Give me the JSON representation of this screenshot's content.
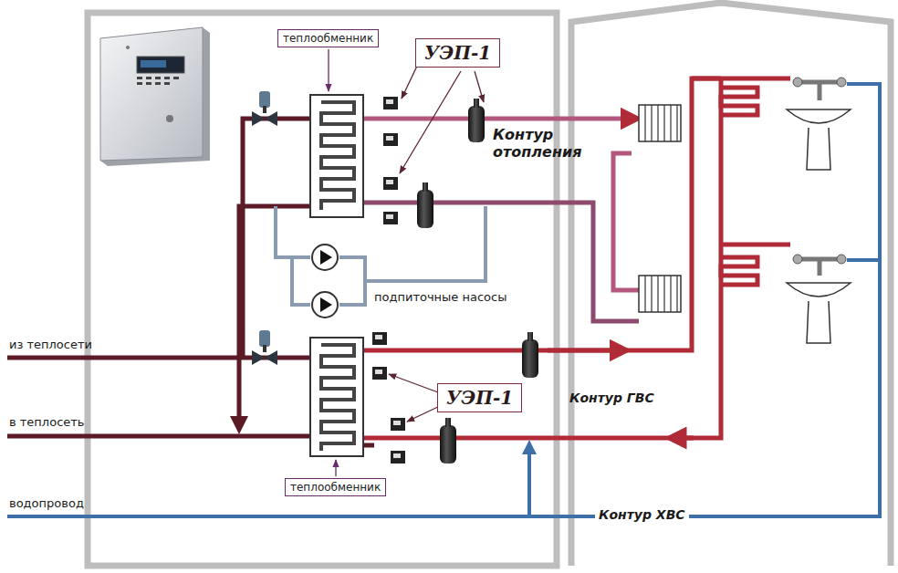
{
  "diagram": {
    "nodes": [
      {
        "text": [
          "теплообменник"
        ]
      },
      {
        "text": [
          "УЭП-1"
        ]
      },
      {
        "text": [
          "УЭП-1"
        ]
      },
      {
        "text": [
          "теплообменник"
        ]
      }
    ],
    "labels": [
      "Контур отопления",
      "подпиточные насосы",
      "из теплосети",
      "в теплосеть",
      "Контур ГВС",
      "водопровод",
      "Контур ХВС"
    ]
  }
}
